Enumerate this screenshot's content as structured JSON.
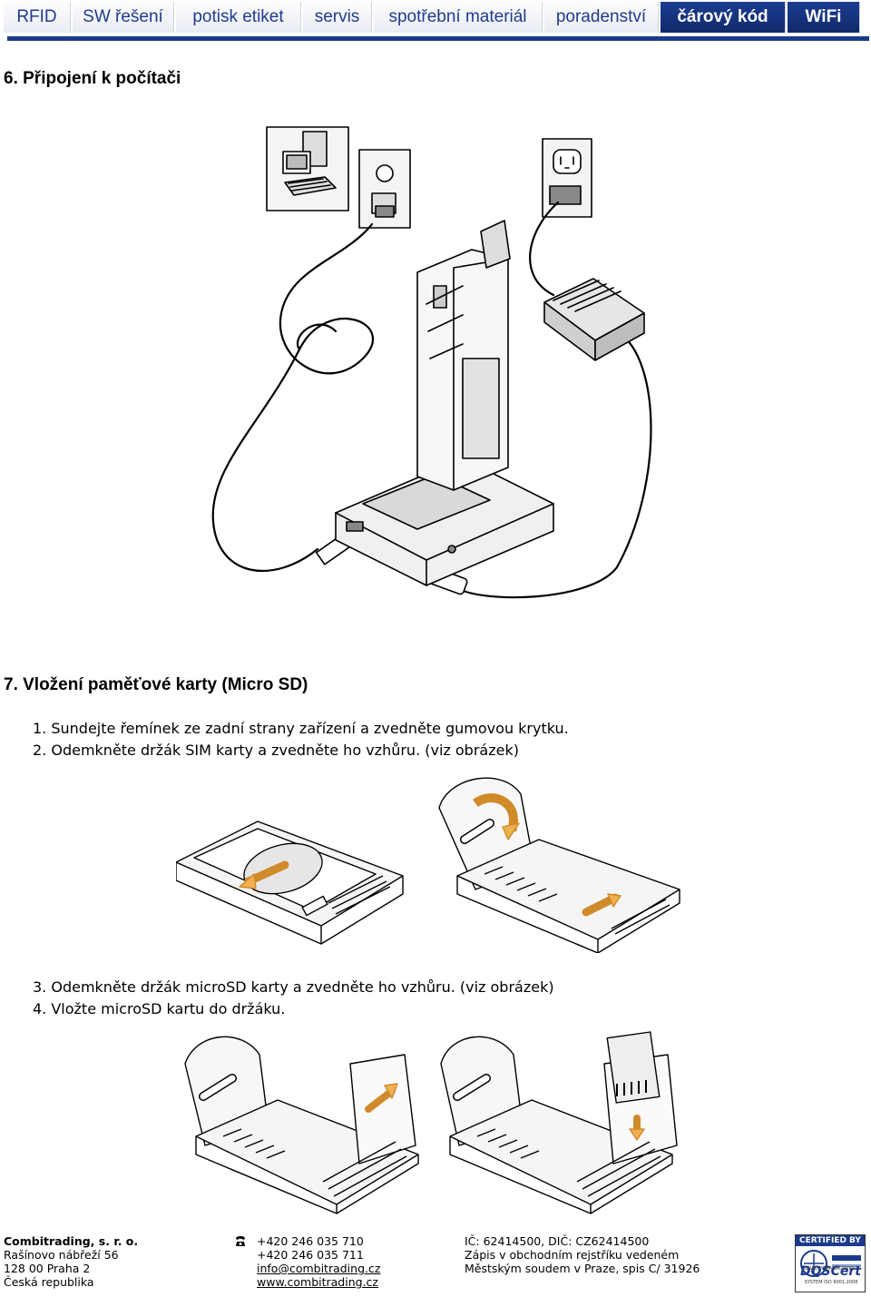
{
  "nav": {
    "items": [
      {
        "label": "RFID"
      },
      {
        "label": "SW řešení"
      },
      {
        "label": "potisk etiket"
      },
      {
        "label": "servis"
      },
      {
        "label": "spotřební materiál"
      },
      {
        "label": "poradenství"
      },
      {
        "label": "čárový kód"
      },
      {
        "label": "WiFi"
      }
    ]
  },
  "section6": {
    "title": "6. Připojení k počítači"
  },
  "section7": {
    "title": "7. Vložení paměťové karty (Micro SD)",
    "steps": [
      "1.  Sundejte řemínek ze zadní strany zařízení a zvedněte gumovou krytku.",
      "2.  Odemkněte držák SIM karty a zvedněte ho vzhůru. (viz obrázek)",
      "3.  Odemkněte držák microSD karty a zvedněte ho vzhůru. (viz obrázek)",
      "4.  Vložte microSD kartu do držáku."
    ]
  },
  "footer": {
    "company": {
      "name": "Combitrading, s. r. o.",
      "street": "Rašínovo nábřeží 56",
      "city": "128 00  Praha 2",
      "country": "Česká republika"
    },
    "contact": {
      "phone_icon": "phone-icon",
      "phone1": "+420 246 035 710",
      "phone2": "+420 246 035 711",
      "email": "info@combitrading.cz",
      "web": "www.combitrading.cz"
    },
    "registration": {
      "ids": "IČ: 62414500, DIČ: CZ62414500",
      "line1": "Zápis v obchodním rejstříku vedeném",
      "line2": "Městským soudem v Praze, spis C/ 31926"
    },
    "cert": {
      "top": "CERTIFIED BY",
      "brand": "DQSCert",
      "sub": "QUALITY MANAGEMENT SYSTEM ISO 9001:2008"
    }
  },
  "colors": {
    "nav_text": "#1f3b8f",
    "nav_dark": "#1c3d91",
    "rule": "#1b3a8c"
  }
}
